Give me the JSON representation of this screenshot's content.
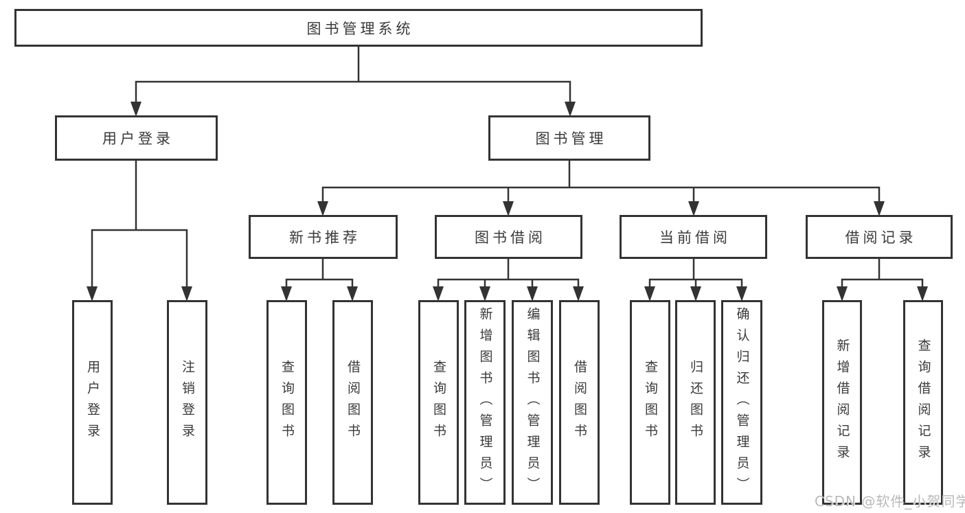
{
  "diagram": {
    "type": "tree",
    "root": {
      "label": "图书管理系统"
    },
    "branches": [
      {
        "label": "用户登录",
        "children": [
          {
            "label": "用户登录"
          },
          {
            "label": "注销登录"
          }
        ]
      },
      {
        "label": "图书管理",
        "children": [
          {
            "label": "新书推荐",
            "children": [
              {
                "label": "查询图书"
              },
              {
                "label": "借阅图书"
              }
            ]
          },
          {
            "label": "图书借阅",
            "children": [
              {
                "label": "查询图书"
              },
              {
                "label": "新增图书（管理员）"
              },
              {
                "label": "编辑图书（管理员）"
              },
              {
                "label": "借阅图书"
              }
            ]
          },
          {
            "label": "当前借阅",
            "children": [
              {
                "label": "查询图书"
              },
              {
                "label": "归还图书"
              },
              {
                "label": "确认归还（管理员）"
              }
            ]
          },
          {
            "label": "借阅记录",
            "children": [
              {
                "label": "新增借阅记录"
              },
              {
                "label": "查询借阅记录"
              }
            ]
          }
        ]
      }
    ]
  },
  "watermark": {
    "text": "CSDN @软件_小贺同学"
  },
  "colors": {
    "line": "#333333",
    "box_border": "#333333",
    "text": "#3a3a3a",
    "background": "#ffffff",
    "watermark": "#b9b9b9"
  }
}
